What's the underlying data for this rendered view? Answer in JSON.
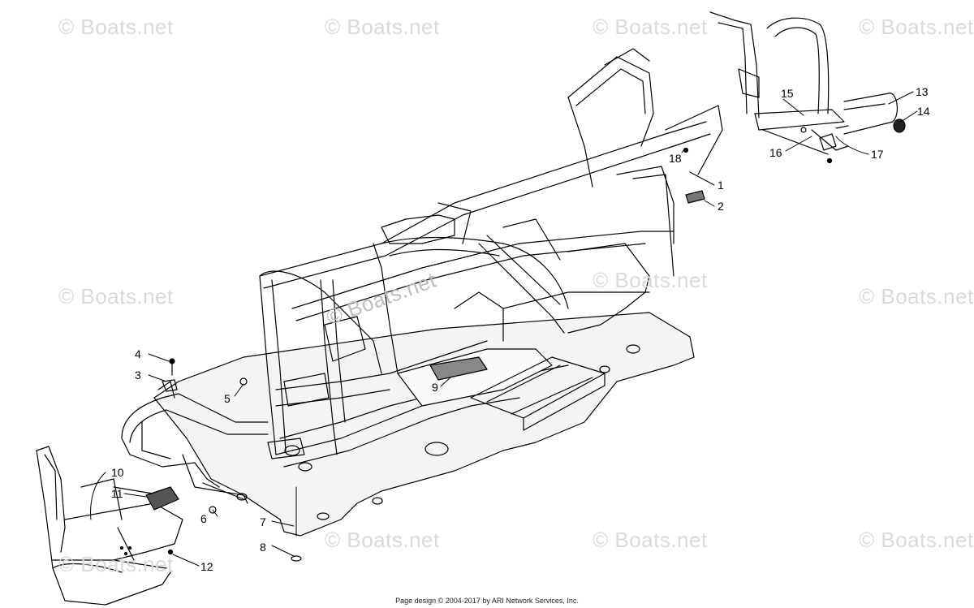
{
  "watermark": "© Boats.net",
  "callouts": {
    "c1": "1",
    "c2": "2",
    "c3": "3",
    "c4": "4",
    "c5": "5",
    "c6": "6",
    "c7": "7",
    "c8": "8",
    "c9": "9",
    "c10": "10",
    "c11": "11",
    "c12": "12",
    "c13": "13",
    "c14": "14",
    "c15": "15",
    "c16": "16",
    "c17": "17",
    "c18": "18"
  },
  "footer": "Page design © 2004-2017 by ARI Network Services, Inc."
}
